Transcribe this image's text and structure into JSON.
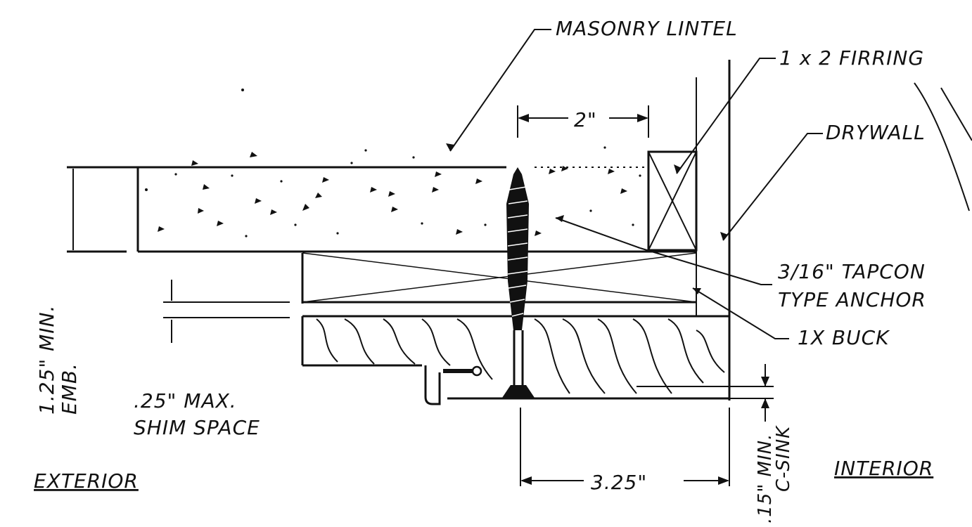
{
  "labels": {
    "masonry_lintel": "MASONRY LINTEL",
    "firring": "1 x 2 FIRRING",
    "drywall": "DRYWALL",
    "tapcon_line1": "3/16\" TAPCON",
    "tapcon_line2": "TYPE ANCHOR",
    "buck": "1X BUCK",
    "shim_line1": ".25\" MAX.",
    "shim_line2": "SHIM SPACE",
    "exterior": "EXTERIOR",
    "interior": "INTERIOR"
  },
  "dimensions": {
    "two_inch": "2\"",
    "three_25": "3.25\"",
    "emb_line1": "1.25\" MIN.",
    "emb_line2": "EMB.",
    "csink_line1": ".15\" MIN.",
    "csink_line2": "C-SINK"
  },
  "colors": {
    "line": "#111111",
    "background": "#ffffff"
  }
}
